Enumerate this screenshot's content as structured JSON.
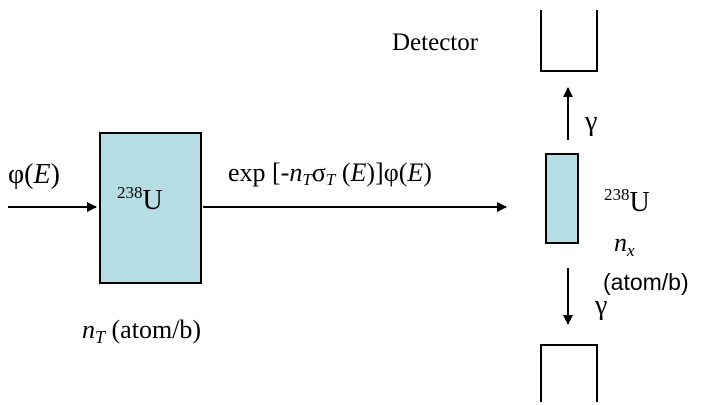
{
  "colors": {
    "sample_fill": "#b7dde4",
    "stroke": "#000000",
    "background": "#ffffff"
  },
  "labels": {
    "detector": "Detector",
    "incident_flux_phi": "φ(",
    "incident_flux_E": "E",
    "incident_flux_close": ")",
    "target_isotope_mass": "238",
    "target_isotope_symbol": "U",
    "target_density_n": "n",
    "target_density_sub": "T",
    "target_density_units": " (atom/b)",
    "transmitted_exp": "exp [-",
    "transmitted_n": "n",
    "transmitted_n_sub": "T",
    "transmitted_sigma": "σ",
    "transmitted_sigma_sub": "T",
    "transmitted_E_open": " (",
    "transmitted_E": "E",
    "transmitted_tail": ")]φ(",
    "transmitted_E2": "E",
    "transmitted_close": ")",
    "gamma_up": "γ",
    "gamma_down": "γ",
    "sample_isotope_mass": "238",
    "sample_isotope_symbol": "U",
    "sample_density_n": "n",
    "sample_density_sub": "x",
    "sample_density_units": "(atom/b)"
  }
}
